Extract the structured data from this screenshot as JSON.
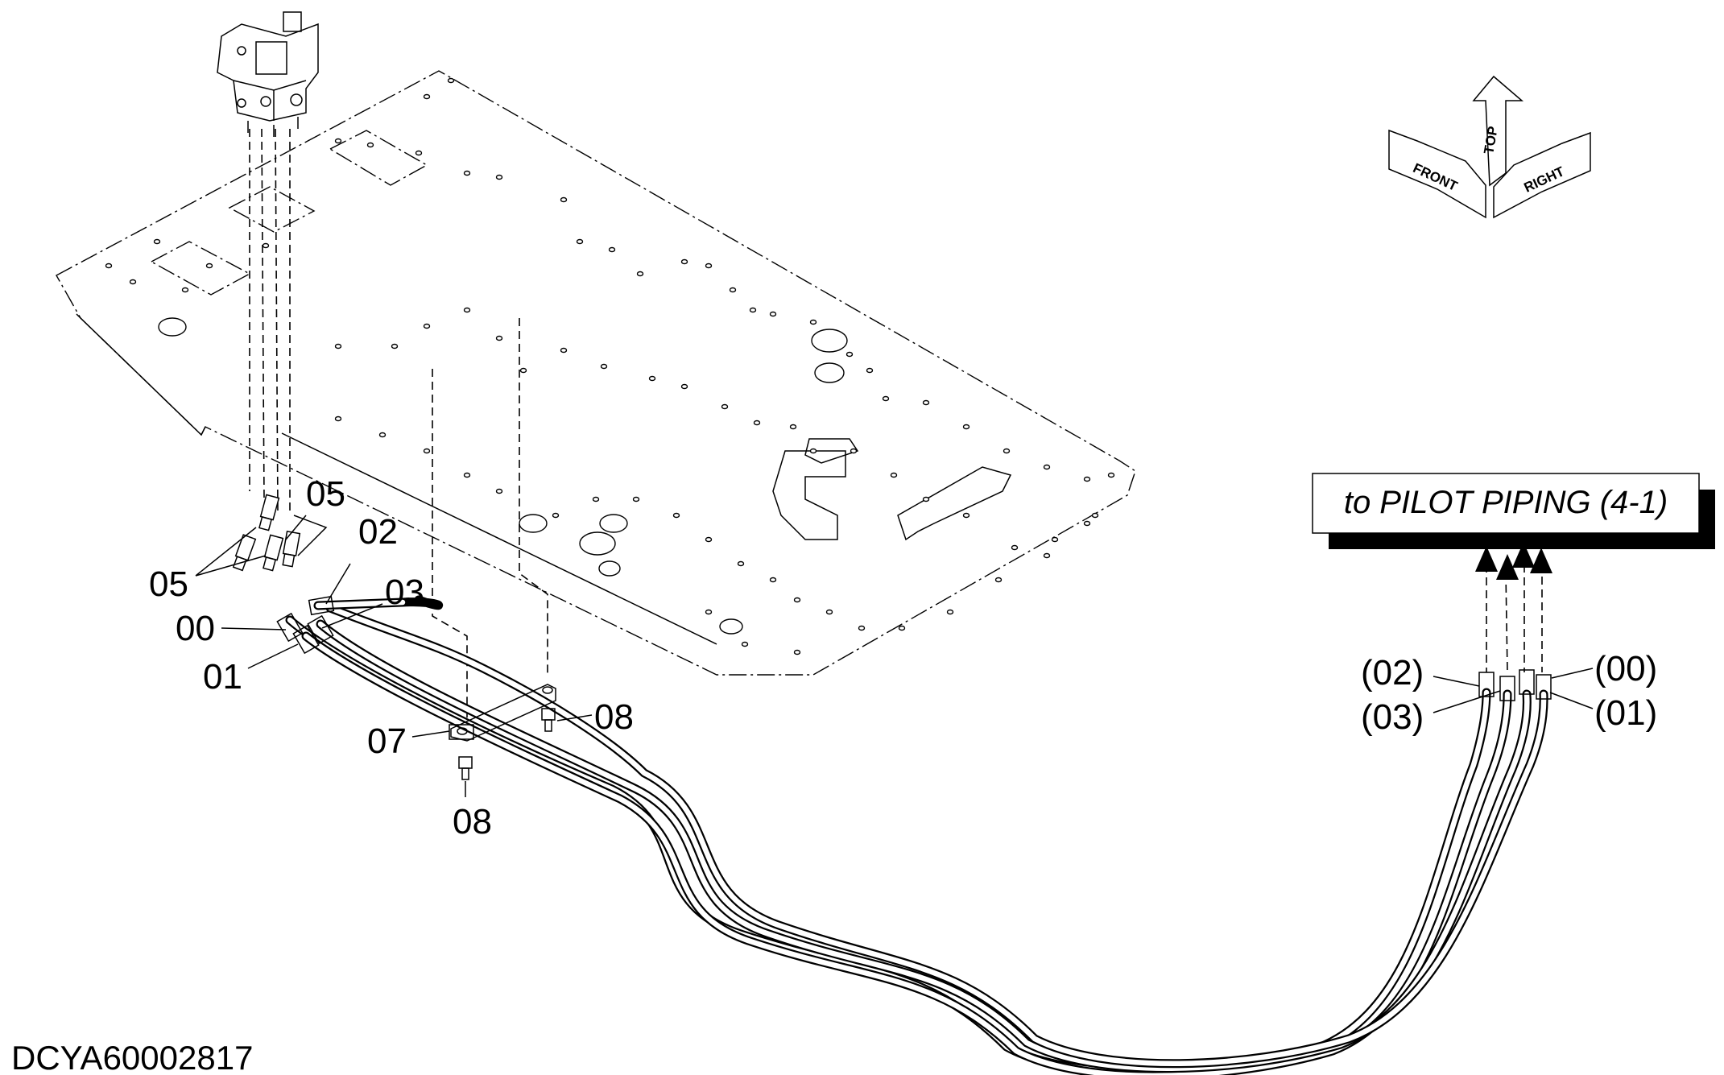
{
  "figure_code": "DCYA60002817",
  "reference_box": {
    "text": "to PILOT PIPING (4-1)"
  },
  "orientation_symbol": {
    "top": "TOP",
    "front": "FRONT",
    "right": "RIGHT"
  },
  "callouts": {
    "c05_top": "05",
    "c05_left": "05",
    "c02": "02",
    "c03": "03",
    "c00": "00",
    "c01": "01",
    "c07": "07",
    "c08_right": "08",
    "c08_bottom": "08",
    "r02": "(02)",
    "r03": "(03)",
    "r00": "(00)",
    "r01": "(01)"
  }
}
